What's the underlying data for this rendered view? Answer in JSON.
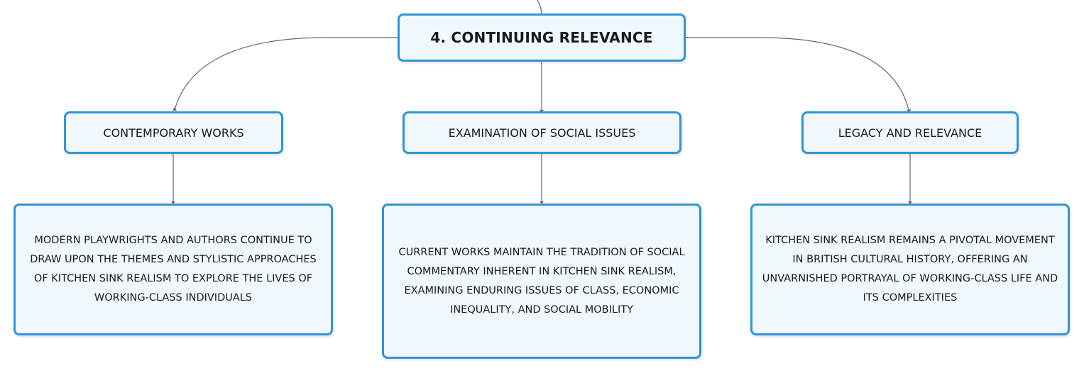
{
  "root": {
    "title": "4. CONTINUING RELEVANCE"
  },
  "branches": [
    {
      "label": "CONTEMPORARY WORKS",
      "detail": "MODERN PLAYWRIGHTS AND AUTHORS CONTINUE TO DRAW UPON THE THEMES AND STYLISTIC APPROACHES OF KITCHEN SINK REALISM TO EXPLORE THE LIVES OF WORKING-CLASS INDIVIDUALS"
    },
    {
      "label": "EXAMINATION OF SOCIAL ISSUES",
      "detail": "CURRENT WORKS MAINTAIN THE TRADITION OF SOCIAL COMMENTARY INHERENT IN KITCHEN SINK REALISM, EXAMINING ENDURING ISSUES OF CLASS, ECONOMIC INEQUALITY, AND SOCIAL MOBILITY"
    },
    {
      "label": "LEGACY AND RELEVANCE",
      "detail": "KITCHEN SINK REALISM REMAINS A PIVOTAL MOVEMENT IN BRITISH CULTURAL HISTORY, OFFERING AN UNVARNISHED PORTRAYAL OF WORKING-CLASS LIFE AND ITS COMPLEXITIES"
    }
  ],
  "colors": {
    "node_border": "#2f95d8",
    "node_fill": "#f1f8fd",
    "connector": "#666666"
  }
}
